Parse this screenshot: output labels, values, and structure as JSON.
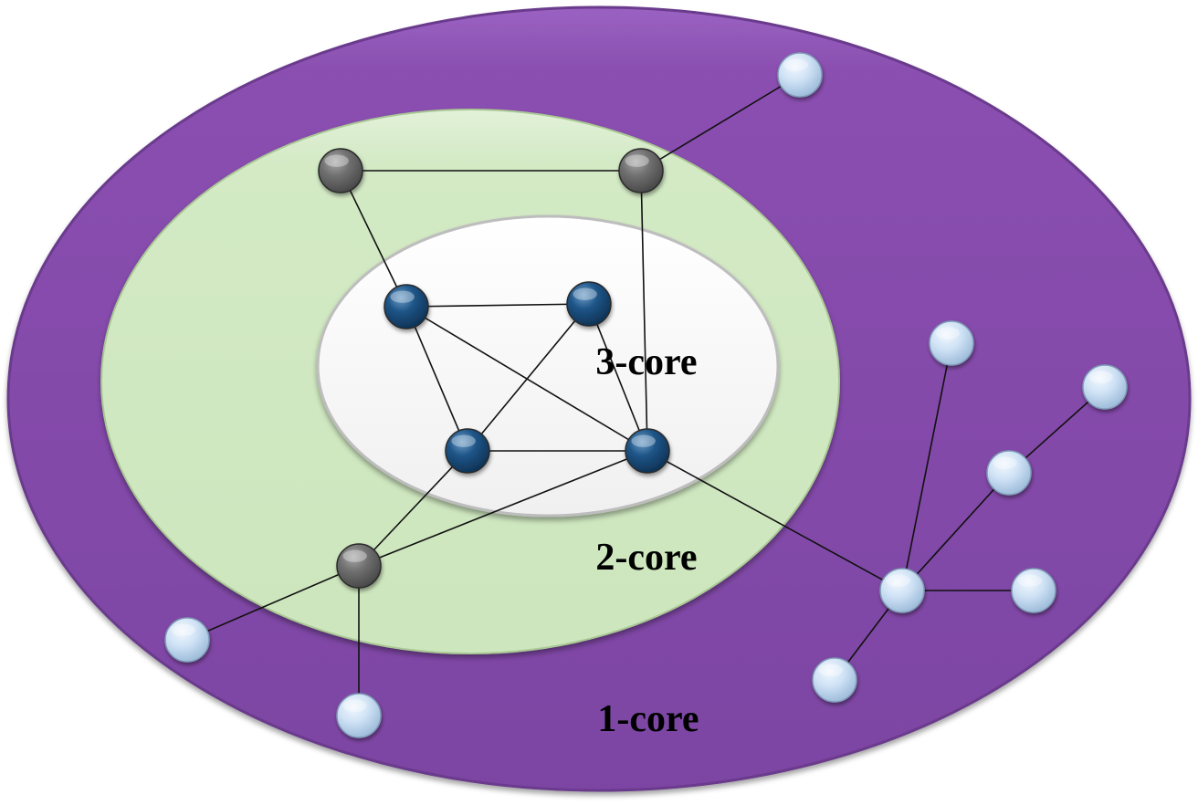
{
  "cores": [
    {
      "id": "1-core",
      "label": "1-core",
      "fill": "#854ca9"
    },
    {
      "id": "2-core",
      "label": "2-core",
      "fill": "#d3eac5"
    },
    {
      "id": "3-core",
      "label": "3-core",
      "fill": "#f7f7f7"
    }
  ],
  "node_colors": {
    "core3": "#1b4f7c",
    "core2": "#6e6e6e",
    "core1": "#c9def3"
  },
  "nodes": [
    {
      "id": "a",
      "core": "core3"
    },
    {
      "id": "b",
      "core": "core3"
    },
    {
      "id": "c",
      "core": "core3"
    },
    {
      "id": "d",
      "core": "core3"
    },
    {
      "id": "e",
      "core": "core2"
    },
    {
      "id": "f",
      "core": "core2"
    },
    {
      "id": "g",
      "core": "core2"
    },
    {
      "id": "h",
      "core": "core1"
    },
    {
      "id": "i",
      "core": "core1"
    },
    {
      "id": "j",
      "core": "core1"
    },
    {
      "id": "k",
      "core": "core1"
    },
    {
      "id": "l",
      "core": "core1"
    },
    {
      "id": "m",
      "core": "core1"
    },
    {
      "id": "n",
      "core": "core1"
    },
    {
      "id": "o",
      "core": "core1"
    },
    {
      "id": "p",
      "core": "core1"
    }
  ],
  "edges": [
    [
      "a",
      "b"
    ],
    [
      "a",
      "c"
    ],
    [
      "a",
      "d"
    ],
    [
      "b",
      "c"
    ],
    [
      "b",
      "d"
    ],
    [
      "c",
      "d"
    ],
    [
      "e",
      "f"
    ],
    [
      "e",
      "a"
    ],
    [
      "f",
      "d"
    ],
    [
      "f",
      "h"
    ],
    [
      "g",
      "c"
    ],
    [
      "g",
      "d"
    ],
    [
      "g",
      "i"
    ],
    [
      "g",
      "j"
    ],
    [
      "d",
      "k"
    ],
    [
      "k",
      "l"
    ],
    [
      "k",
      "m"
    ],
    [
      "k",
      "o"
    ],
    [
      "k",
      "p"
    ],
    [
      "m",
      "n"
    ]
  ]
}
